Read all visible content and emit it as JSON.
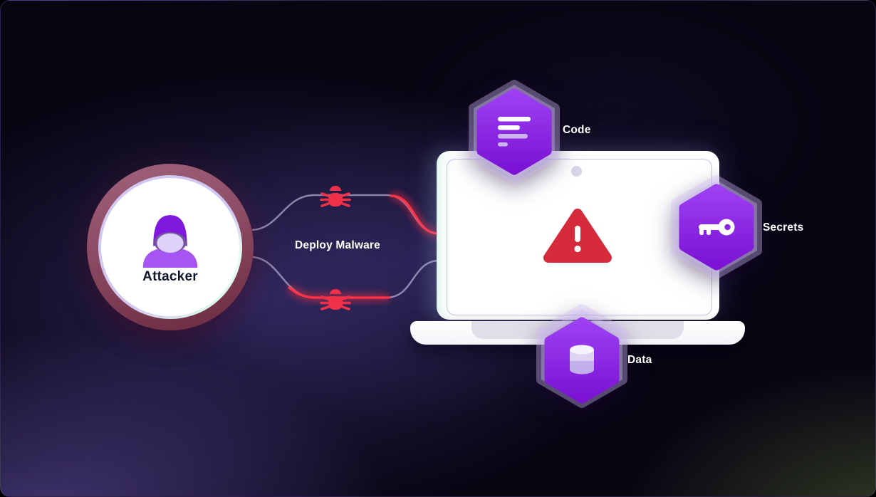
{
  "attacker": {
    "label": "Attacker",
    "icon": "hooded-attacker-icon"
  },
  "attack": {
    "label": "Deploy Malware",
    "paths": [
      {
        "id": "top",
        "malware_icon": "bug-icon"
      },
      {
        "id": "bottom",
        "malware_icon": "bug-icon"
      }
    ]
  },
  "device": {
    "type": "laptop",
    "alert_icon": "warning-triangle-icon"
  },
  "targets": [
    {
      "label": "Code",
      "icon": "code-lines-icon"
    },
    {
      "label": "Secrets",
      "icon": "key-icon"
    },
    {
      "label": "Data",
      "icon": "database-icon"
    }
  ],
  "colors": {
    "background_base": "#080513",
    "glow_purple": "#5a4aa0",
    "glow_green": "#788c3e",
    "hexagon_gradient_top": "#9c40f2",
    "hexagon_gradient_bottom": "#7b12d4",
    "hexagon_backdrop": "rgba(208,190,245,0.38)",
    "danger_red": "#d62b3c",
    "bug_red": "#ee3048",
    "path_red": "#ff3347",
    "path_gray": "#a7a1c4",
    "attacker_ring": "#8c4a63",
    "attacker_hood": "#8018dd",
    "label_white": "#ffffff"
  }
}
